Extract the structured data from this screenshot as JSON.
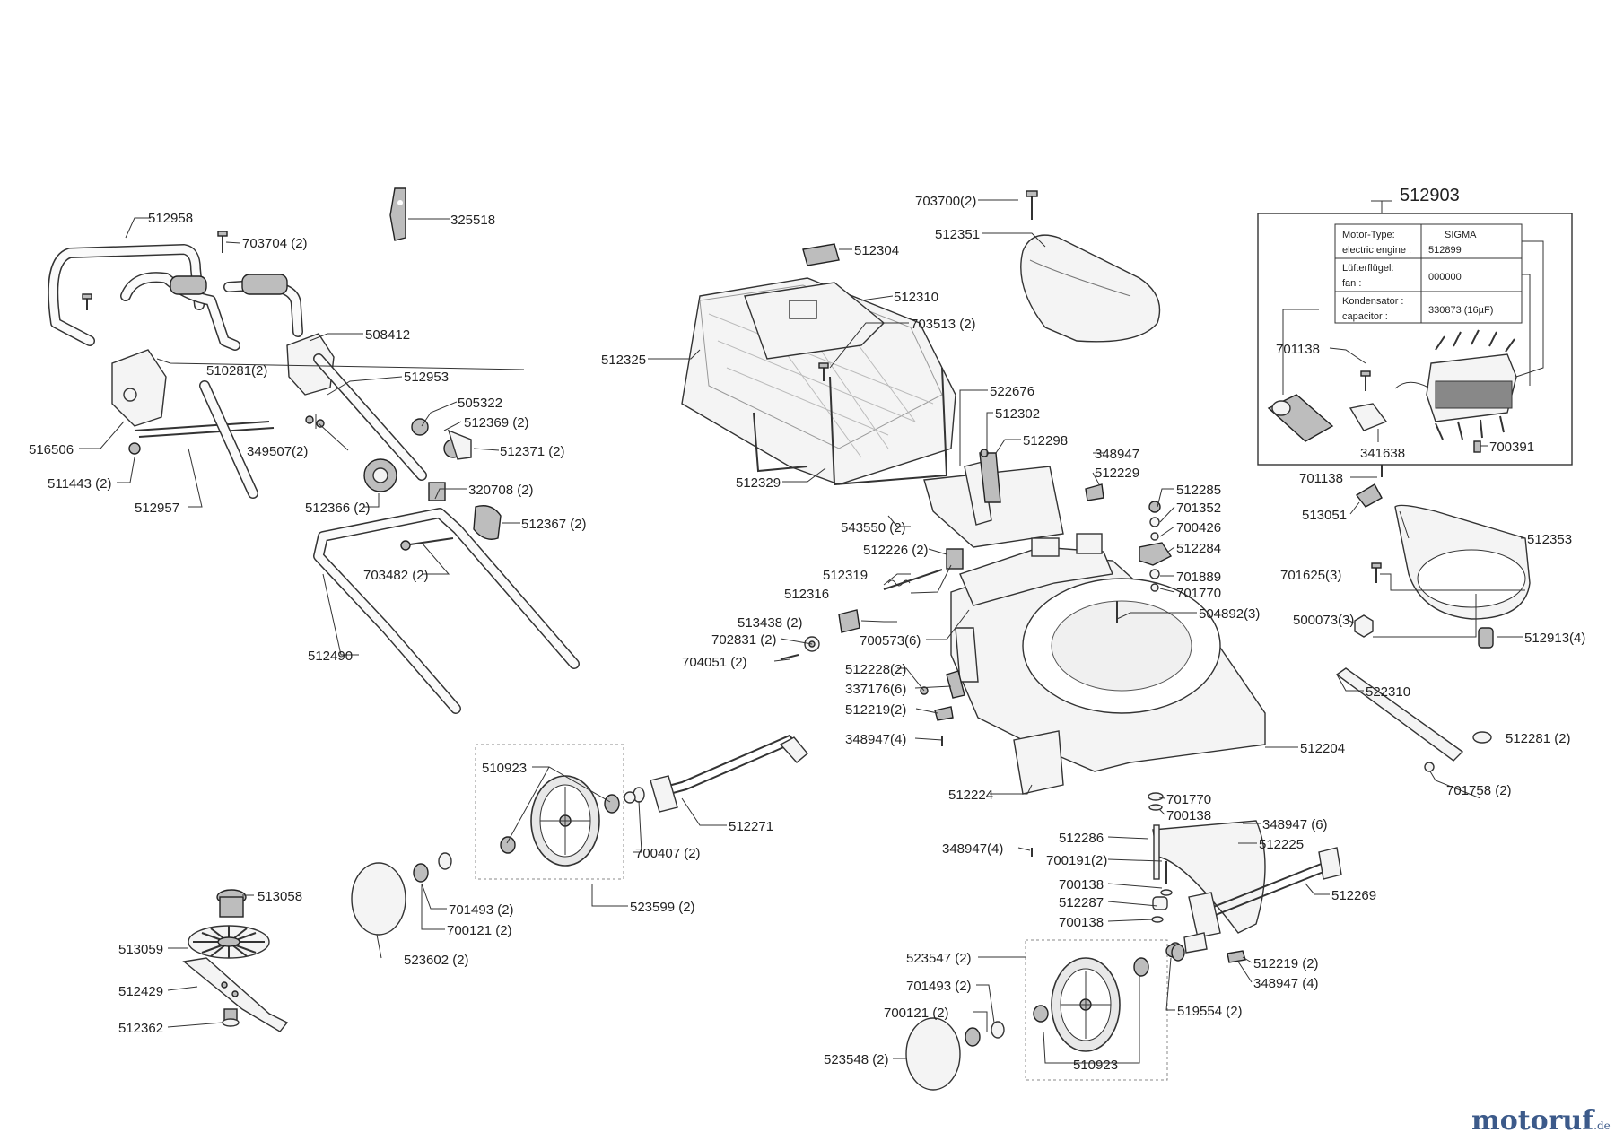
{
  "labels": [
    {
      "id": "512958",
      "text": "512958"
    },
    {
      "id": "703704",
      "text": "703704 (2)"
    },
    {
      "id": "325518",
      "text": "325518"
    },
    {
      "id": "508412",
      "text": "508412"
    },
    {
      "id": "510281",
      "text": "510281(2)"
    },
    {
      "id": "512953",
      "text": "512953"
    },
    {
      "id": "505322",
      "text": "505322"
    },
    {
      "id": "512369",
      "text": "512369 (2)"
    },
    {
      "id": "512371",
      "text": "512371 (2)"
    },
    {
      "id": "516506",
      "text": "516506"
    },
    {
      "id": "349507",
      "text": "349507(2)"
    },
    {
      "id": "511443",
      "text": "511443 (2)"
    },
    {
      "id": "512957",
      "text": "512957"
    },
    {
      "id": "320708",
      "text": "320708 (2)"
    },
    {
      "id": "512366",
      "text": "512366 (2)"
    },
    {
      "id": "512367",
      "text": "512367 (2)"
    },
    {
      "id": "703482",
      "text": "703482 (2)"
    },
    {
      "id": "512490",
      "text": "512490"
    },
    {
      "id": "510923a",
      "text": "510923"
    },
    {
      "id": "512271",
      "text": "512271"
    },
    {
      "id": "700407",
      "text": "700407 (2)"
    },
    {
      "id": "513058",
      "text": "513058"
    },
    {
      "id": "701493a",
      "text": "701493  (2)"
    },
    {
      "id": "700121a",
      "text": "700121 (2)"
    },
    {
      "id": "523599",
      "text": "523599 (2)"
    },
    {
      "id": "513059",
      "text": "513059"
    },
    {
      "id": "523602",
      "text": "523602 (2)"
    },
    {
      "id": "512429",
      "text": "512429"
    },
    {
      "id": "512362",
      "text": "512362"
    },
    {
      "id": "703700",
      "text": "703700(2)"
    },
    {
      "id": "512304",
      "text": "512304"
    },
    {
      "id": "512351",
      "text": "512351"
    },
    {
      "id": "512310",
      "text": "512310"
    },
    {
      "id": "703513",
      "text": "703513 (2)"
    },
    {
      "id": "512325",
      "text": "512325"
    },
    {
      "id": "522676",
      "text": "522676"
    },
    {
      "id": "512302",
      "text": "512302"
    },
    {
      "id": "512298",
      "text": "512298"
    },
    {
      "id": "348947a",
      "text": "348947"
    },
    {
      "id": "512229",
      "text": "512229"
    },
    {
      "id": "512329",
      "text": "512329"
    },
    {
      "id": "512285",
      "text": "512285"
    },
    {
      "id": "701352",
      "text": "701352"
    },
    {
      "id": "700426",
      "text": "700426"
    },
    {
      "id": "543550",
      "text": "543550 (2)"
    },
    {
      "id": "512284",
      "text": "512284"
    },
    {
      "id": "512226",
      "text": "512226 (2)"
    },
    {
      "id": "701889",
      "text": "701889"
    },
    {
      "id": "512319",
      "text": "512319"
    },
    {
      "id": "701770a",
      "text": "701770"
    },
    {
      "id": "512316",
      "text": "512316"
    },
    {
      "id": "504892",
      "text": "504892(3)"
    },
    {
      "id": "513438",
      "text": "513438 (2)"
    },
    {
      "id": "700573",
      "text": "700573(6)"
    },
    {
      "id": "702831",
      "text": "702831 (2)"
    },
    {
      "id": "704051",
      "text": "704051 (2)"
    },
    {
      "id": "512228",
      "text": "512228(2)"
    },
    {
      "id": "337176",
      "text": "337176(6)"
    },
    {
      "id": "512219a",
      "text": "512219(2)"
    },
    {
      "id": "348947b",
      "text": "348947(4)"
    },
    {
      "id": "512204",
      "text": "512204"
    },
    {
      "id": "512224",
      "text": "512224"
    },
    {
      "id": "701770b",
      "text": "701770"
    },
    {
      "id": "700138a",
      "text": "700138"
    },
    {
      "id": "348947c",
      "text": "348947(4)"
    },
    {
      "id": "512286",
      "text": "512286"
    },
    {
      "id": "348947d",
      "text": "348947 (6)"
    },
    {
      "id": "512225",
      "text": "512225"
    },
    {
      "id": "700191",
      "text": "700191(2)"
    },
    {
      "id": "700138b",
      "text": "700138"
    },
    {
      "id": "512287",
      "text": "512287"
    },
    {
      "id": "700138c",
      "text": "700138"
    },
    {
      "id": "512269",
      "text": "512269"
    },
    {
      "id": "523547",
      "text": "523547 (2)"
    },
    {
      "id": "512219b",
      "text": "512219 (2)"
    },
    {
      "id": "348947e",
      "text": "348947 (4)"
    },
    {
      "id": "701493b",
      "text": "701493 (2)"
    },
    {
      "id": "519554",
      "text": "519554 (2)"
    },
    {
      "id": "700121b",
      "text": "700121 (2)"
    },
    {
      "id": "510923b",
      "text": "510923"
    },
    {
      "id": "523548",
      "text": "523548 (2)"
    },
    {
      "id": "512903",
      "text": "512903"
    },
    {
      "id": "701138a",
      "text": "701138"
    },
    {
      "id": "341638",
      "text": "341638"
    },
    {
      "id": "700391",
      "text": "700391"
    },
    {
      "id": "701138b",
      "text": "701138"
    },
    {
      "id": "513051",
      "text": "513051"
    },
    {
      "id": "512353",
      "text": "512353"
    },
    {
      "id": "701625",
      "text": "701625(3)"
    },
    {
      "id": "500073",
      "text": "500073(3)"
    },
    {
      "id": "512913",
      "text": "512913(4)"
    },
    {
      "id": "522310",
      "text": "522310"
    },
    {
      "id": "512281",
      "text": "512281 (2)"
    },
    {
      "id": "701758",
      "text": "701758 (2)"
    }
  ],
  "motor_table": {
    "rows": [
      {
        "label_1": "Motor-Type:",
        "label_2": "electric engine :",
        "value_1": "SIGMA",
        "value_2": "512899"
      },
      {
        "label_1": "Lüfterflügel:",
        "label_2": "fan :",
        "value_1": "000000",
        "value_2": ""
      },
      {
        "label_1": "Kondensator :",
        "label_2": "capacitor :",
        "value_1": "330873 (16µF)",
        "value_2": ""
      }
    ]
  },
  "watermark": {
    "name": "motoruf",
    "tld": ".de"
  }
}
